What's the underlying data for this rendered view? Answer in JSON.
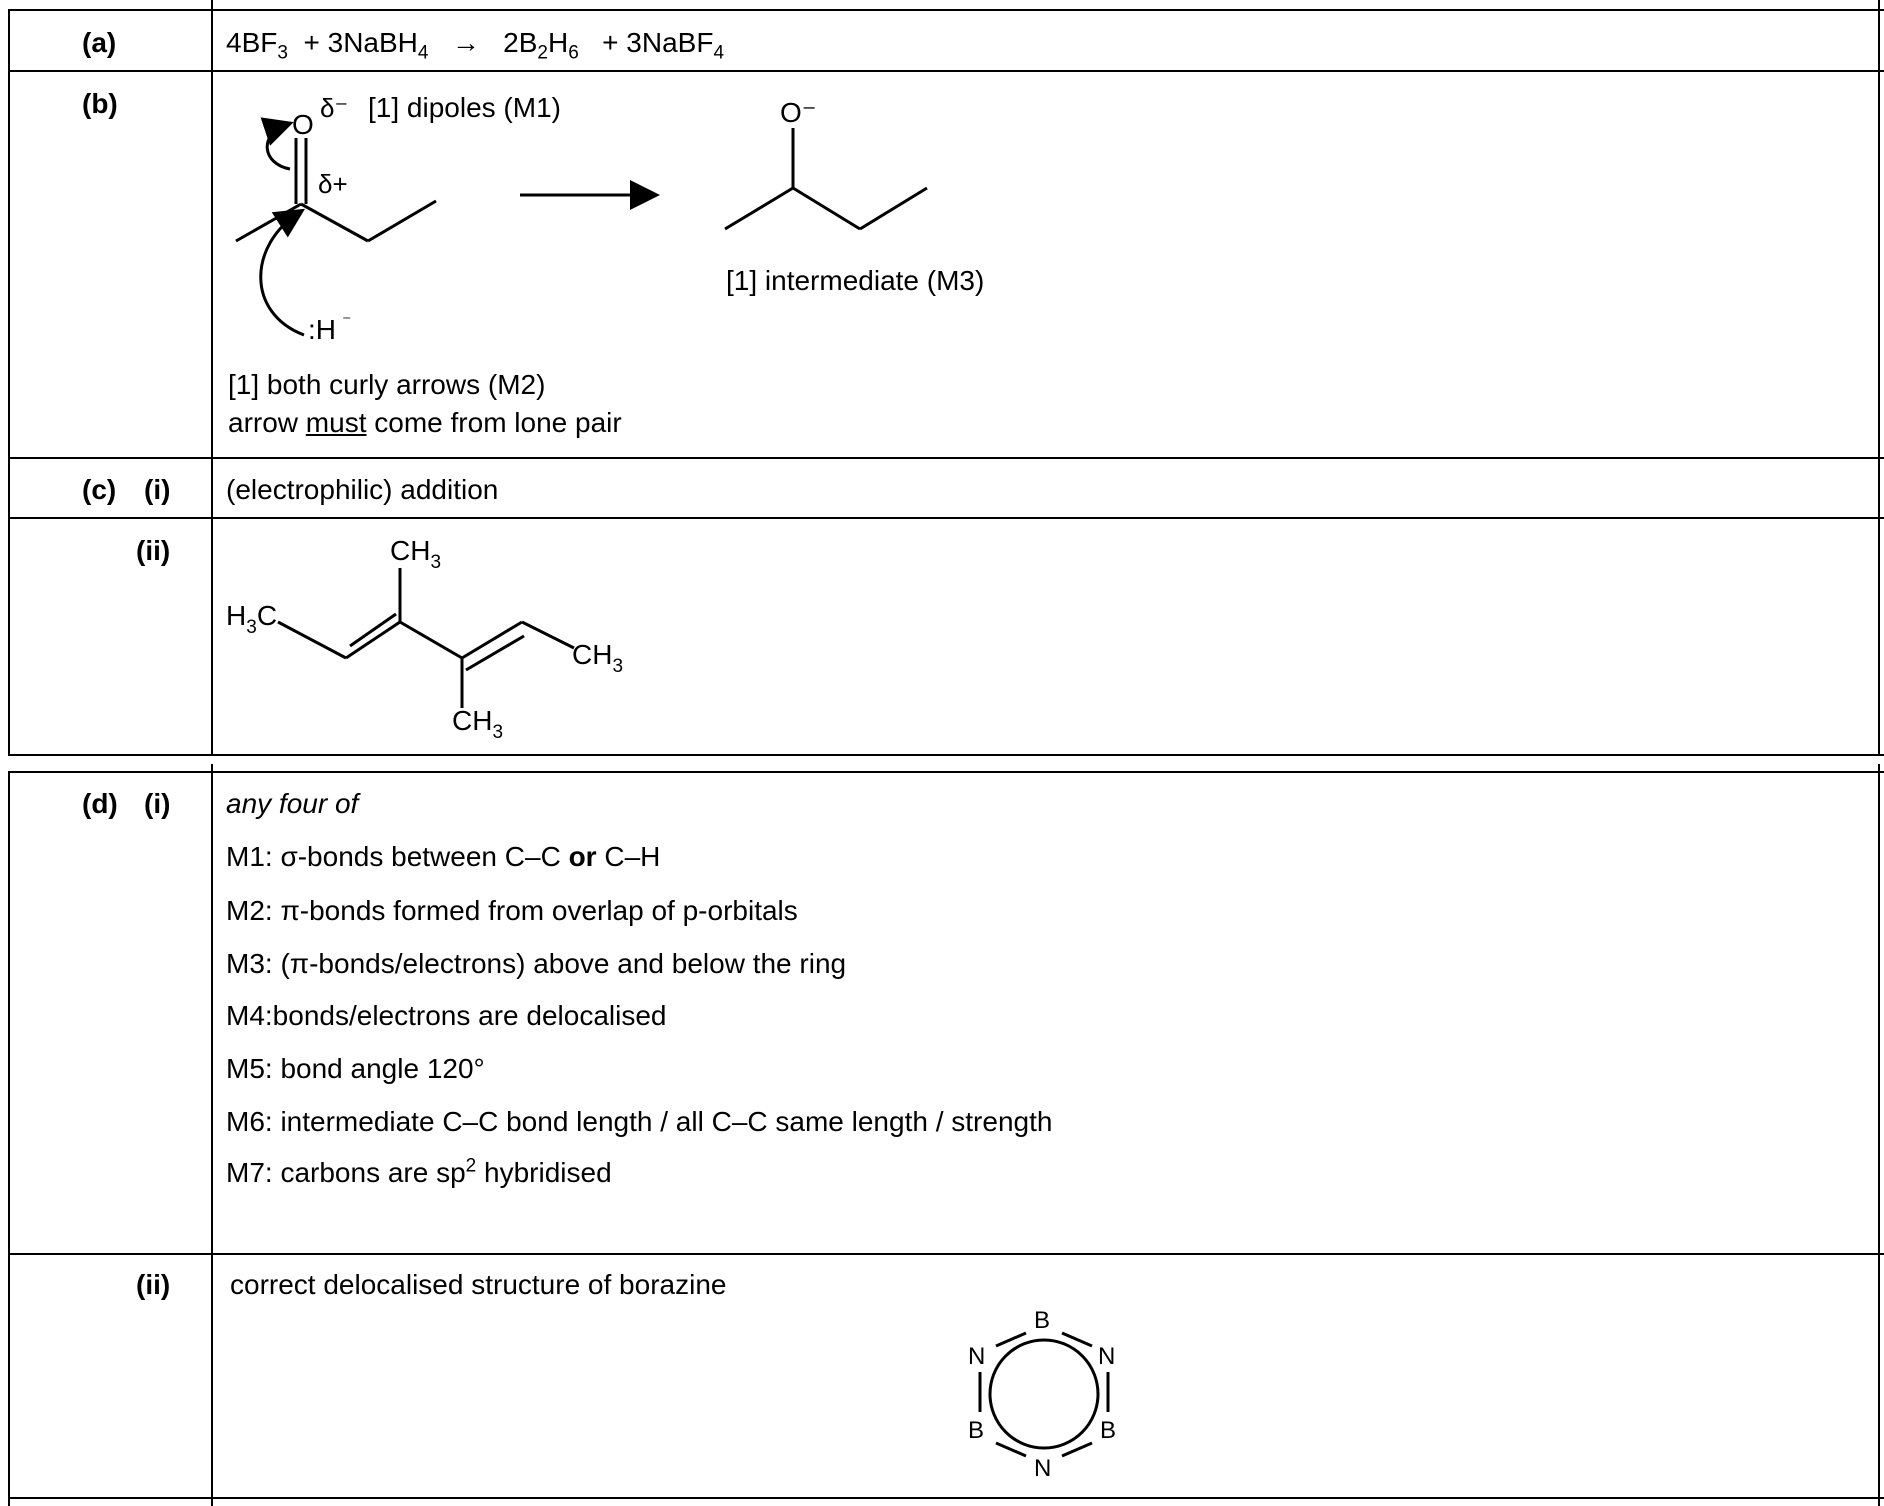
{
  "labels": {
    "a": "(a)",
    "b": "(b)",
    "c": "(c)",
    "c_i": "(i)",
    "c_ii": "(ii)",
    "d": "(d)",
    "d_i": "(i)",
    "d_ii": "(ii)"
  },
  "a": {
    "r1_coef": "4BF",
    "r1_sub": "3",
    "plus1": "+ 3NaBH",
    "r2_sub": "4",
    "arrow": "→",
    "p1_a": "2B",
    "p1_s1": "2",
    "p1_b": "H",
    "p1_s2": "6",
    "plus2": "+ 3NaBF",
    "p2_sub": "4"
  },
  "b": {
    "o_atom": "O",
    "delta_minus": "δ⁻",
    "dipoles_note": "[1] dipoles (M1)",
    "delta_plus": "δ+",
    "hydride": ":H",
    "hydride_charge": "⁻",
    "o_minus": "O⁻",
    "intermediate_note": "[1] intermediate (M3)",
    "arrows_note": "[1] both curly arrows (M2)",
    "lone_pair_pre": "arrow ",
    "lone_pair_must": "must",
    "lone_pair_post": " come from lone pair"
  },
  "c": {
    "i_answer": "(electrophilic) addition",
    "ii_struct": {
      "h3c": "H",
      "h3c_sub": "3",
      "h3c_c": "C",
      "ch3": "CH",
      "ch3_sub": "3"
    }
  },
  "d": {
    "i_intro": "any four of",
    "m1_pre": "M1: σ-bonds between C–C ",
    "m1_or": "or",
    "m1_post": " C–H",
    "m2": "M2:  π-bonds formed from overlap of p-orbitals",
    "m3": "M3: (π-bonds/electrons) above and below the ring",
    "m4": "M4:bonds/electrons are delocalised",
    "m5": "M5: bond angle 120°",
    "m6": "M6: intermediate C–C bond length / all C–C same length / strength",
    "m7_pre": "M7: carbons are sp",
    "m7_sup": "2",
    "m7_post": " hybridised",
    "ii_answer": "correct delocalised structure of borazine",
    "borazine": {
      "B": "B",
      "N": "N"
    }
  }
}
